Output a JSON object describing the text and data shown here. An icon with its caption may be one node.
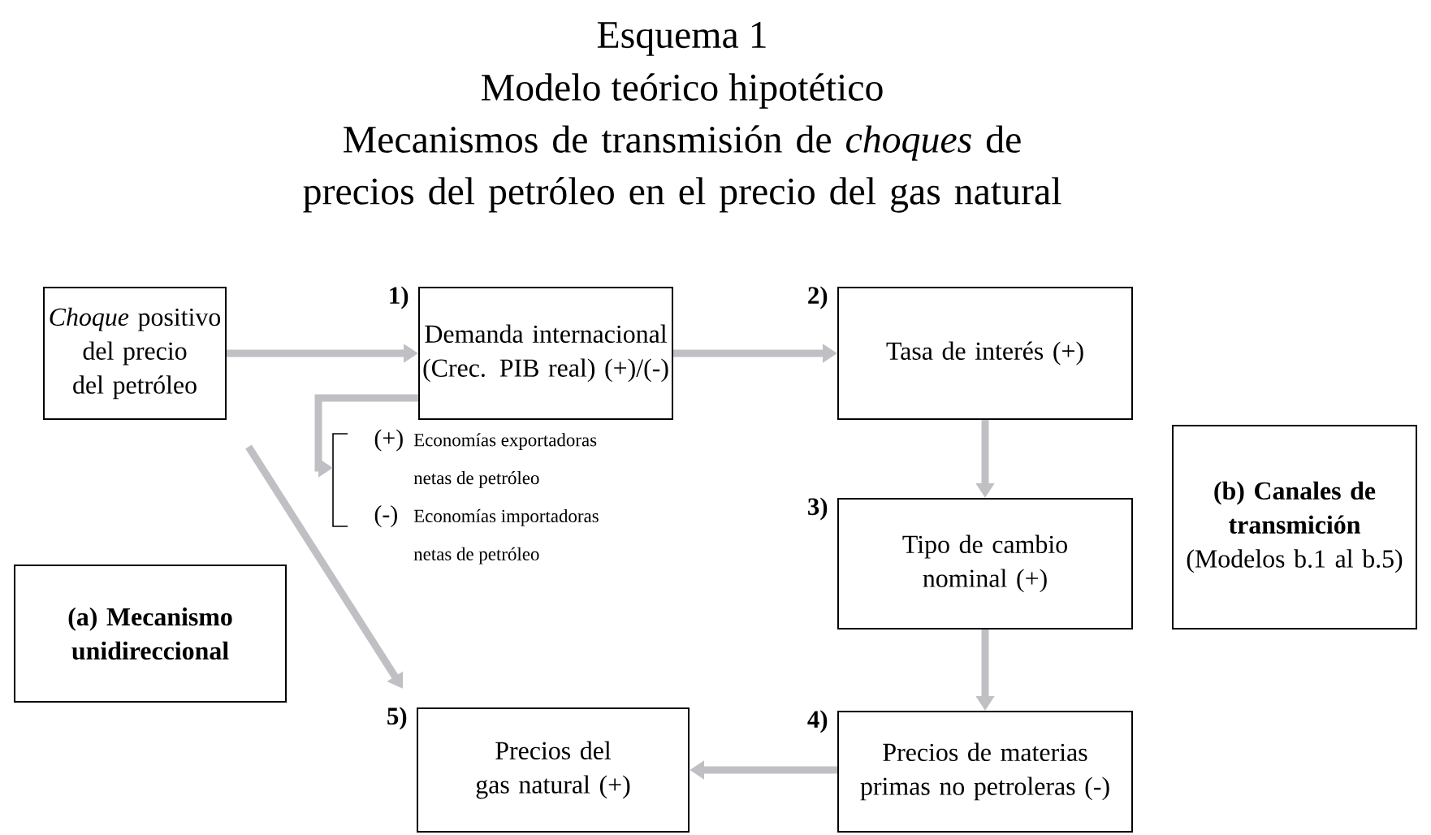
{
  "diagram": {
    "title": "Esquema 1",
    "nodes": [
      {
        "text": [
          "*Choque* positivo del precio del petróleo"
        ]
      },
      {
        "text": [
          "Demanda internacional (Crec. PIB real) (+)/(-)"
        ],
        "beside": [
          "1)"
        ]
      },
      {
        "text": [
          "Tasa de interés (+)"
        ],
        "beside": [
          "2)"
        ]
      },
      {
        "text": [
          "Tipo de cambio nominal (+)"
        ],
        "beside": [
          "3)"
        ]
      },
      {
        "text": [
          "Precios de materias primas no petroleras (-)"
        ],
        "beside": [
          "4)"
        ]
      },
      {
        "text": [
          "Precios del gas natural (+)"
        ],
        "beside": [
          "5)"
        ]
      },
      {
        "text": [
          "(a) Mecanismo unidireccional"
        ]
      },
      {
        "text": [
          "(b) Canales de transmición",
          "(Modelos b.1 al b.5)"
        ]
      },
      {
        "text": [
          "(+)",
          "Economías exportadoras netas de petróleo",
          "(-)",
          "Economías importadoras netas de petróleo"
        ]
      }
    ],
    "edges": [
      {
        "from": 0,
        "to": 1,
        "arrow": "to"
      },
      {
        "from": 1,
        "to": 2,
        "arrow": "to"
      },
      {
        "from": 2,
        "to": 3,
        "arrow": "to"
      },
      {
        "from": 3,
        "to": 4,
        "arrow": "to"
      },
      {
        "from": 4,
        "to": 5,
        "arrow": "to"
      },
      {
        "from": 0,
        "to": 5,
        "arrow": "to"
      },
      {
        "from": 1,
        "to": 8,
        "arrow": "to"
      }
    ],
    "labels": [
      "Modelo teórico hipotético",
      "Mecanismos de transmisión de *choques* de precios del petróleo en el precio del gas natural"
    ]
  }
}
